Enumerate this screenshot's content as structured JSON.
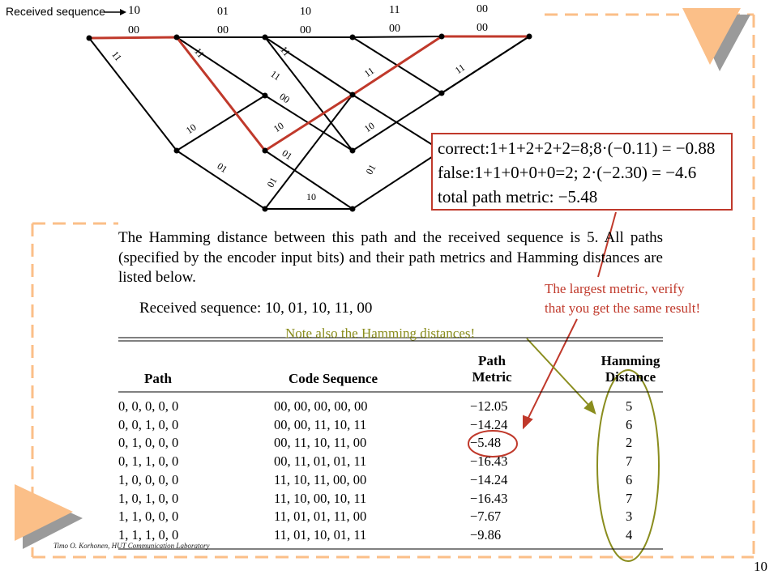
{
  "trellis": {
    "received_label": "Received sequence",
    "received_symbols": [
      "10",
      "01",
      "10",
      "11",
      "00"
    ],
    "branch_labels": {
      "top": [
        "00",
        "00",
        "00",
        "00",
        "00"
      ],
      "upper_diag": [
        "11",
        "11",
        "11",
        "11",
        "11"
      ],
      "s10_labels": [
        "10",
        "00",
        "10",
        "10"
      ],
      "s01_labels": [
        "01",
        "01",
        "01",
        "01"
      ],
      "s11_labels": [
        "10",
        "01"
      ],
      "s11_upper": [
        "11"
      ]
    }
  },
  "metrics": {
    "correct_line": "correct:1+1+2+2+2=8;8·(−0.11) = −0.88",
    "false_line": "false:1+1+0+0+0=2; 2·(−2.30) = −4.6",
    "total_line": "total path metric:  −5.48"
  },
  "paragraph": "The Hamming distance between this path and the received sequence is 5. All paths (specified by the encoder input bits) and their path metrics and Hamming distances are listed below.",
  "received_line": "Received sequence: 10, 01, 10, 11, 00",
  "notes": {
    "largest_metric": "The largest metric, verify",
    "largest_metric_2": "that you get the same result!",
    "hamming_note": "Note also the Hamming distances!"
  },
  "table": {
    "headers": {
      "path": "Path",
      "code_sequence": "Code Sequence",
      "path_metric_1": "Path",
      "path_metric_2": "Metric",
      "hamming_1": "Hamming",
      "hamming_2": "Distance"
    },
    "rows": [
      {
        "path": "0, 0, 0, 0, 0",
        "code": "00, 00, 00, 00, 00",
        "metric": "−12.05",
        "hamming": "5"
      },
      {
        "path": "0, 0, 1, 0, 0",
        "code": "00, 00, 11, 10, 11",
        "metric": "−14.24",
        "hamming": "6"
      },
      {
        "path": "0, 1, 0, 0, 0",
        "code": "00, 11, 10, 11, 00",
        "metric": "−5.48",
        "hamming": "2"
      },
      {
        "path": "0, 1, 1, 0, 0",
        "code": "00, 11, 01, 01, 11",
        "metric": "−16.43",
        "hamming": "7"
      },
      {
        "path": "1, 0, 0, 0, 0",
        "code": "11, 10, 11, 00, 00",
        "metric": "−14.24",
        "hamming": "6"
      },
      {
        "path": "1, 0, 1, 0, 0",
        "code": "11, 10, 00, 10, 11",
        "metric": "−16.43",
        "hamming": "7"
      },
      {
        "path": "1, 1, 0, 0, 0",
        "code": "11, 01, 01, 11, 00",
        "metric": "−7.67",
        "hamming": "3"
      },
      {
        "path": "1, 1, 1, 0, 0",
        "code": "11, 01, 10, 01, 11",
        "metric": "−9.86",
        "hamming": "4"
      }
    ]
  },
  "footer": "Timo O. Korhonen, HUT Communication Laboratory",
  "page_number": "10",
  "colors": {
    "accent_orange": "#fbbf88",
    "dash_orange": "#fbbf88",
    "path_red": "#c0392b",
    "olive": "#8a8d1e",
    "shadow_gray": "#9a9a9a"
  }
}
